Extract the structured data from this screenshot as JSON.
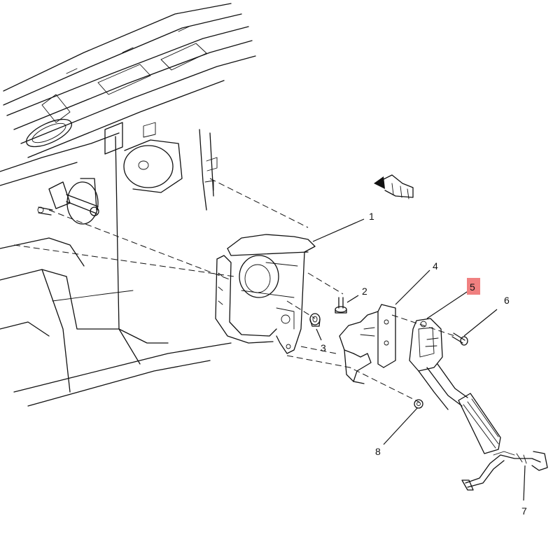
{
  "callouts": {
    "c1": "1",
    "c2": "2",
    "c3": "3",
    "c4": "4",
    "c5": "5",
    "c6": "6",
    "c7": "7",
    "c8": "8"
  },
  "highlight_color": "#f08080",
  "line_color": "#111111",
  "background_color": "#ffffff"
}
